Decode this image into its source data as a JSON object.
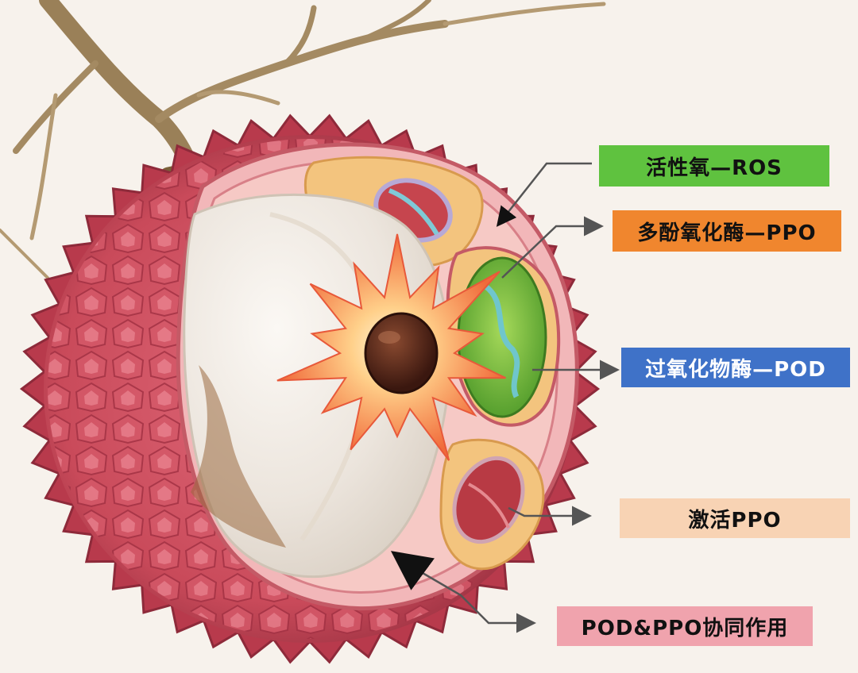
{
  "labels": {
    "ros": {
      "text": "活性氧—ROS",
      "color": "#5fc23f"
    },
    "ppo": {
      "text": "多酚氧化酶—PPO",
      "color": "#f0862e"
    },
    "pod": {
      "text": "过氧化物酶—POD",
      "color": "#3f72c8"
    },
    "activate": {
      "text": "激活PPO",
      "color": "#f8d3b4"
    },
    "synergy": {
      "text": "POD&PPO协同作用",
      "color": "#f0a3ad"
    }
  },
  "colors": {
    "background": "#f7f2ec",
    "peel": "#c94a5a",
    "peel_dark": "#8e2a3a",
    "pulp": "#efe9e2",
    "seed": "#4a1f14",
    "arrow": "#555555",
    "branch": "#9a8058"
  }
}
